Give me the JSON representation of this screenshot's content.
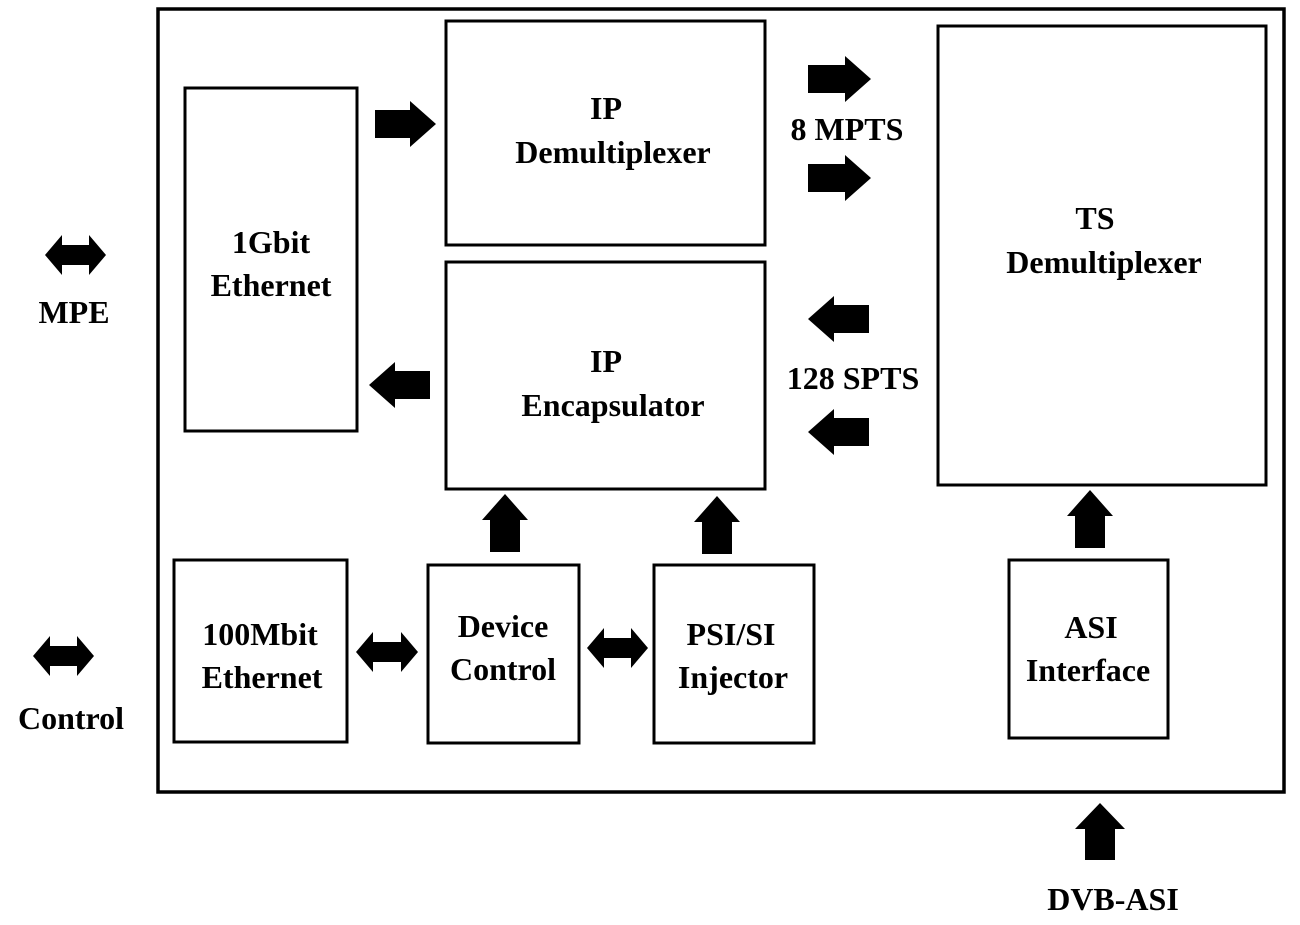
{
  "blocks": {
    "gbit_ethernet": [
      "1Gbit",
      "Ethernet"
    ],
    "ip_demux": [
      "IP",
      "Demultiplexer"
    ],
    "ip_encap": [
      "IP",
      "Encapsulator"
    ],
    "ts_demux": [
      "TS",
      "Demultiplexer"
    ],
    "mbit_ethernet": [
      "100Mbit",
      "Ethernet"
    ],
    "device_control": [
      "Device",
      "Control"
    ],
    "psi_si_injector": [
      "PSI/SI",
      "Injector"
    ],
    "asi_interface": [
      "ASI",
      "Interface"
    ]
  },
  "labels": {
    "mpe": "MPE",
    "control": "Control",
    "dvb_asi": "DVB-ASI",
    "mpts": "8 MPTS",
    "spts": "128 SPTS"
  },
  "colors": {
    "stroke": "#000000",
    "background": "#ffffff"
  },
  "icons": {
    "right": "arrow-right-icon",
    "left": "arrow-left-icon",
    "up": "arrow-up-icon",
    "both": "double-arrow-icon"
  }
}
